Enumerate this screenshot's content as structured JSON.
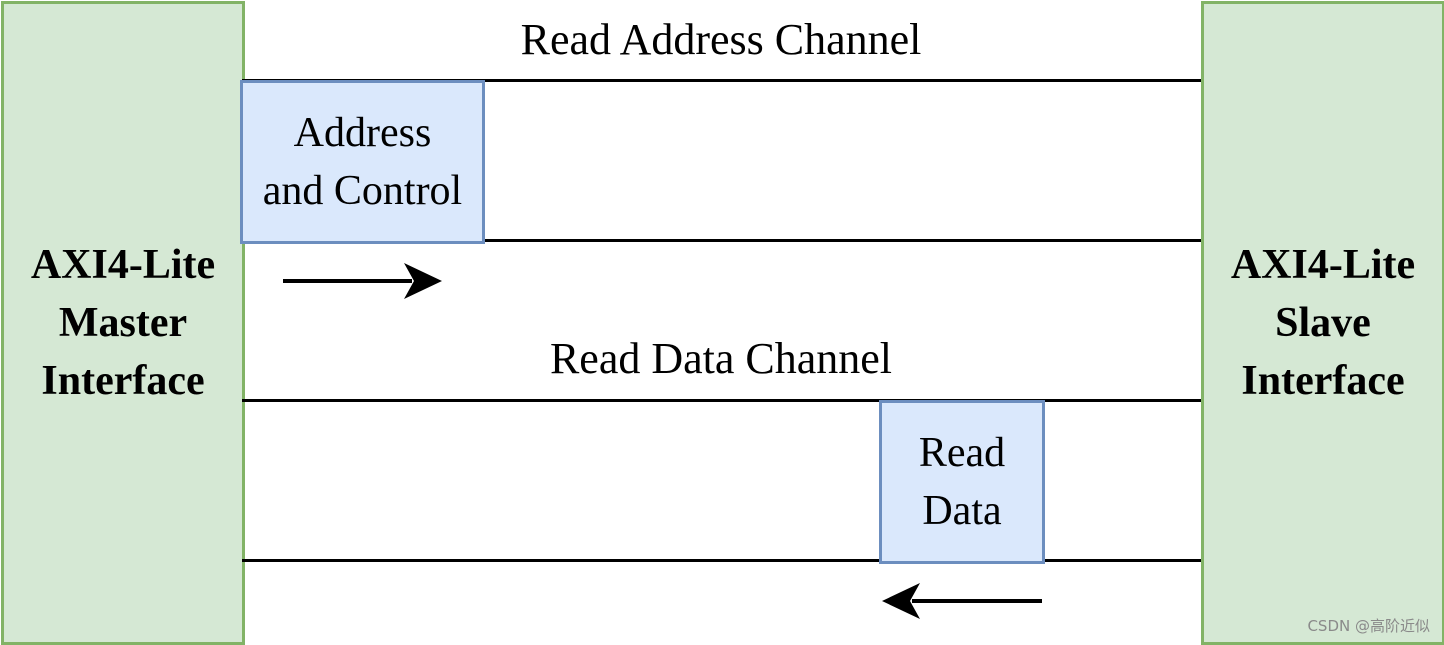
{
  "master": {
    "lines": [
      "AXI4-Lite",
      "Master",
      "Interface"
    ]
  },
  "slave": {
    "lines": [
      "AXI4-Lite",
      "Slave",
      "Interface"
    ]
  },
  "read_address_channel": {
    "label": "Read Address Channel",
    "payload_lines": [
      "Address",
      "and Control"
    ],
    "direction": "master-to-slave"
  },
  "read_data_channel": {
    "label": "Read Data Channel",
    "payload_lines": [
      "Read",
      "Data"
    ],
    "direction": "slave-to-master"
  },
  "watermark": "CSDN @高阶近似",
  "colors": {
    "interface_fill": "#d5e8d4",
    "interface_border": "#82b366",
    "payload_fill": "#dae8fc",
    "payload_border": "#6c8ebf",
    "line": "#000000"
  }
}
